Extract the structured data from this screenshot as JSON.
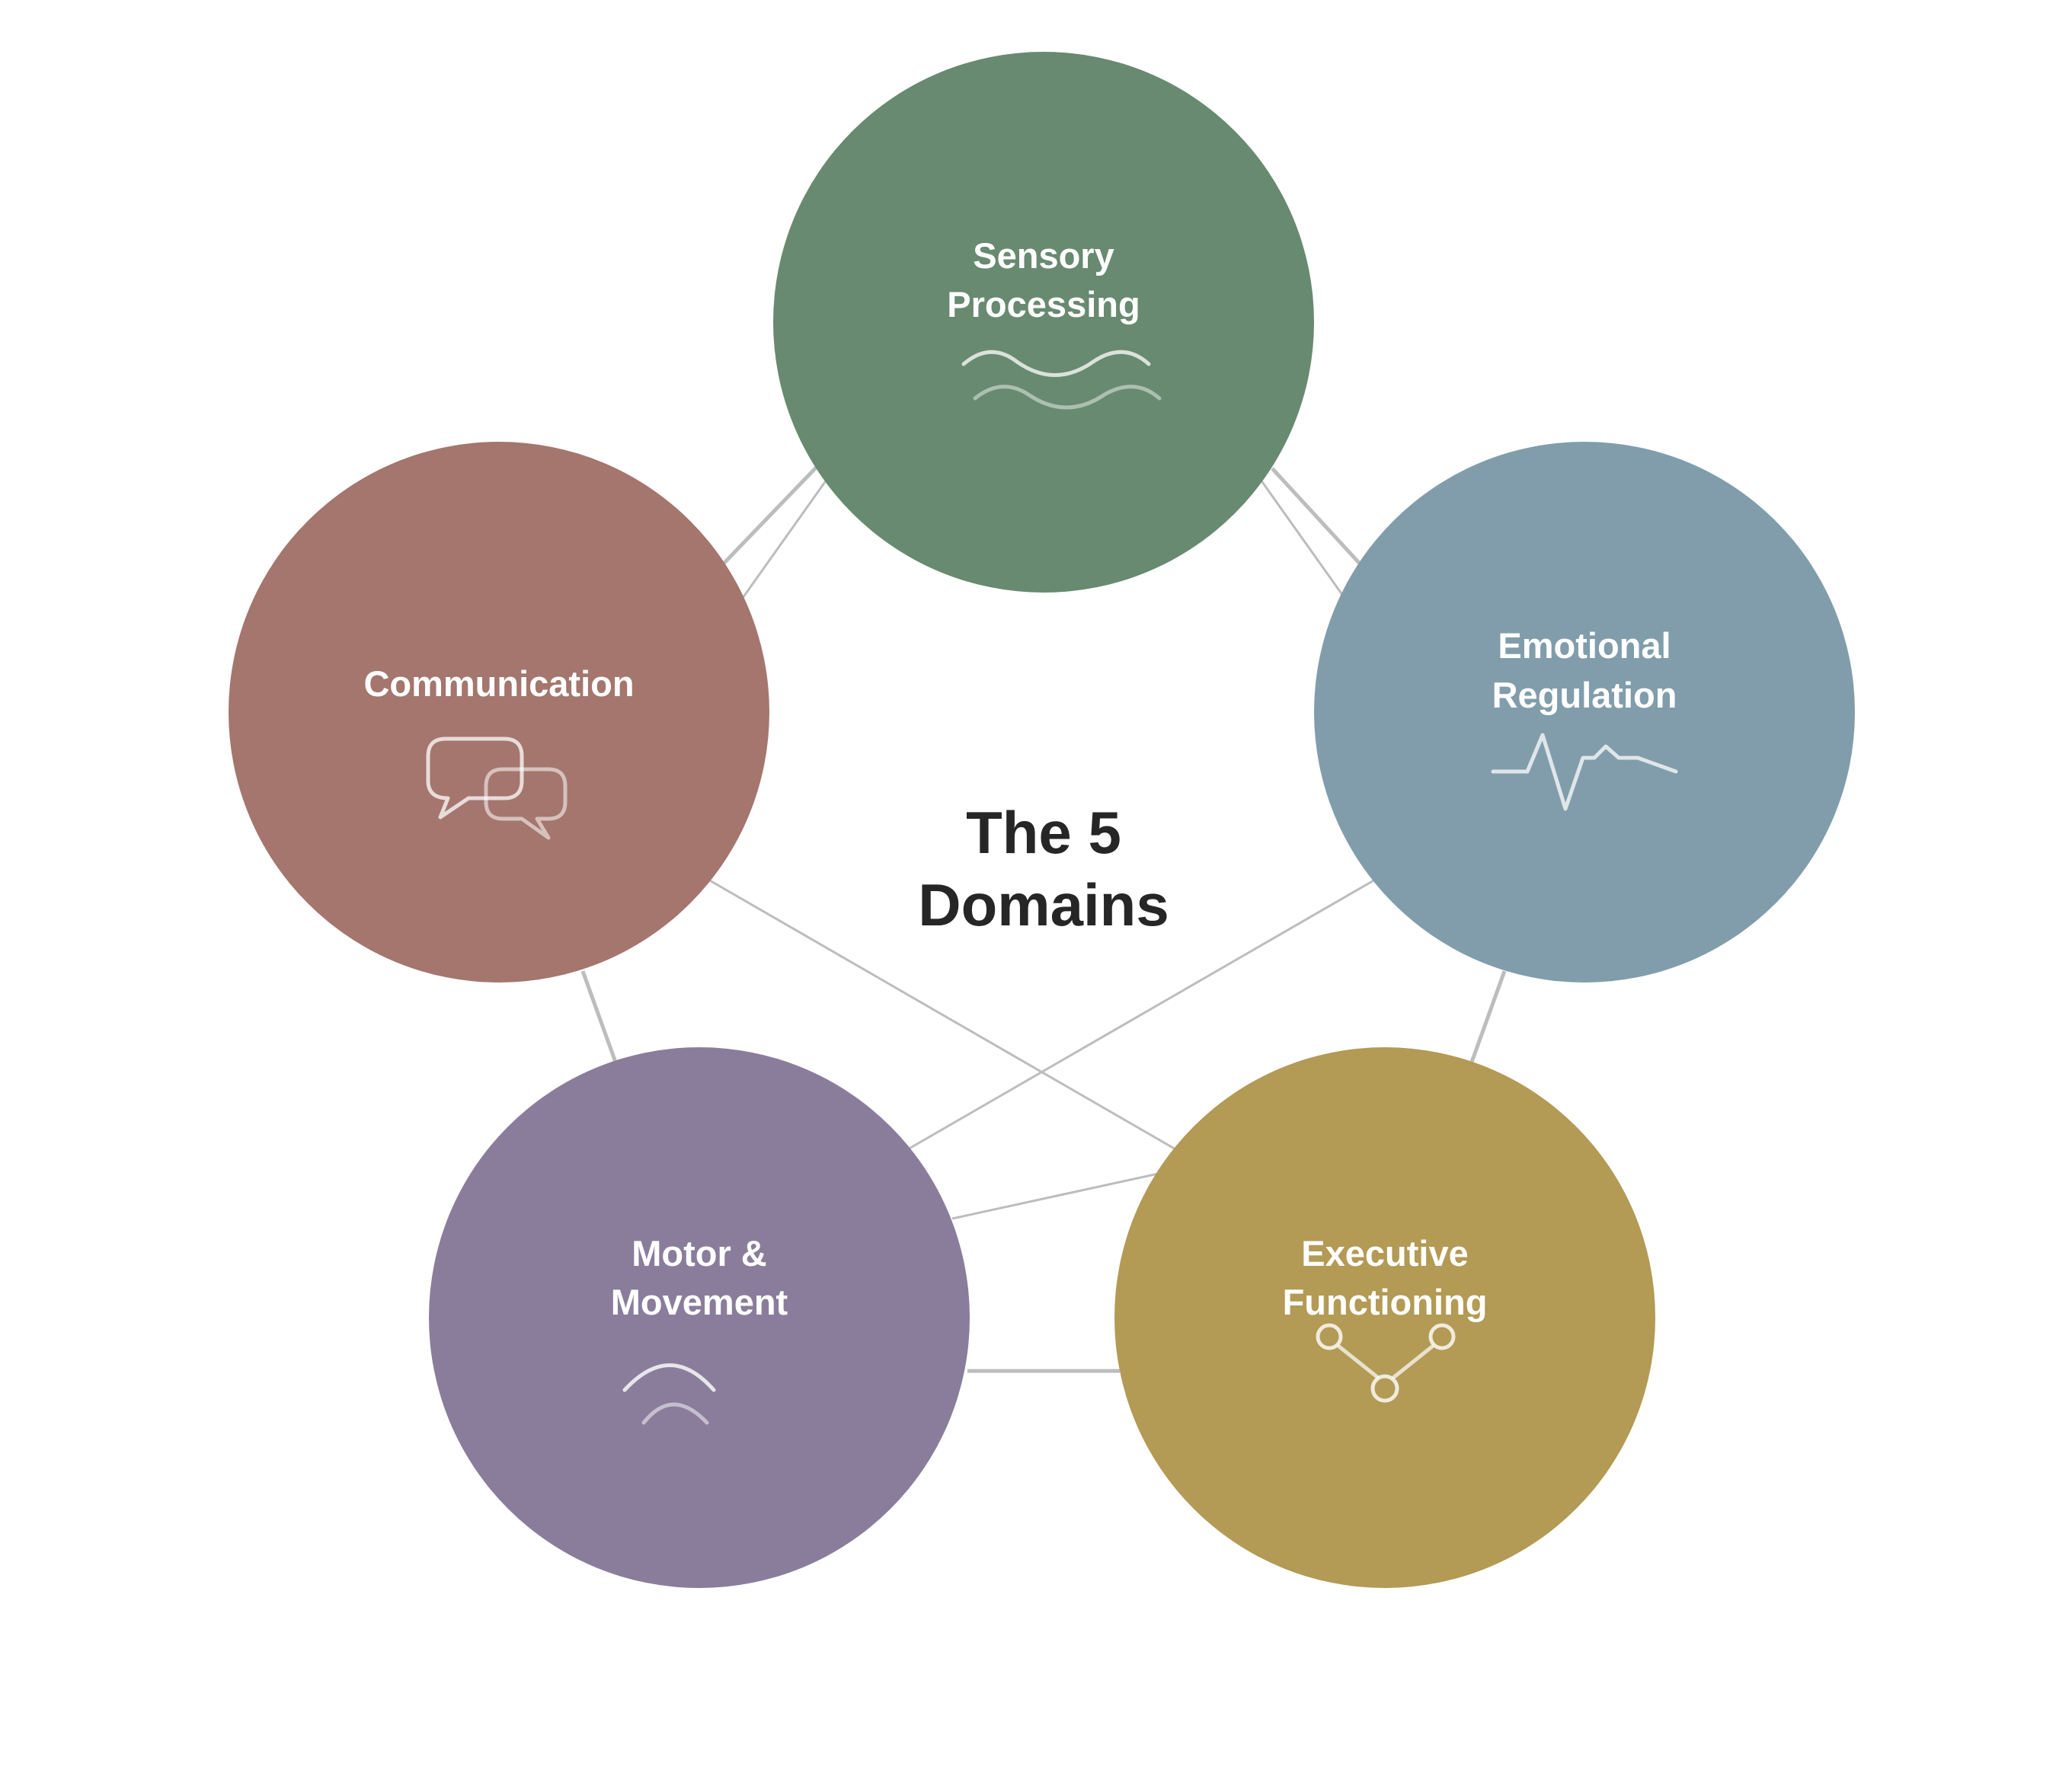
{
  "center": {
    "title_line1": "The 5",
    "title_line2": "Domains"
  },
  "domains": [
    {
      "id": "sensory",
      "line1": "Sensory",
      "line2": "Processing",
      "color": "#688a70",
      "icon": "wave-icon"
    },
    {
      "id": "emotional",
      "line1": "Emotional",
      "line2": "Regulation",
      "color": "#819dab",
      "icon": "heartbeat-icon"
    },
    {
      "id": "executive",
      "line1": "Executive",
      "line2": "Functioning",
      "color": "#b39a55",
      "icon": "branch-nodes-icon"
    },
    {
      "id": "motor",
      "line1": "Motor &",
      "line2": "Movement",
      "color": "#8a7d9c",
      "icon": "arc-motion-icon"
    },
    {
      "id": "communication",
      "line1": "Communication",
      "line2": "",
      "color": "#a4766d",
      "icon": "speech-bubbles-icon"
    }
  ],
  "connector_color": "#bdbdbd"
}
